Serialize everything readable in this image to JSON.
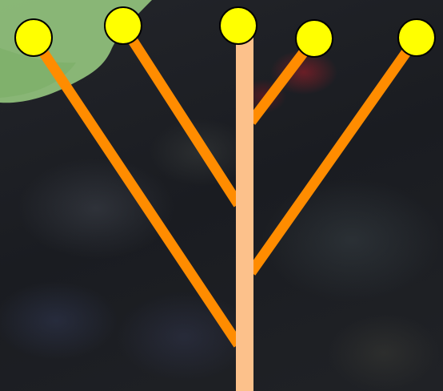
{
  "diagram": {
    "nodes": [
      {
        "id": "leaf-1",
        "fill": "#ffff00"
      },
      {
        "id": "leaf-2",
        "fill": "#ffff00"
      },
      {
        "id": "leaf-3",
        "fill": "#ffff00"
      },
      {
        "id": "leaf-4",
        "fill": "#ffff00"
      },
      {
        "id": "leaf-5",
        "fill": "#ffff00"
      }
    ],
    "colors": {
      "trunk": "#fcc18b",
      "branch": "#ff8c00",
      "node_fill": "#ffff00",
      "node_stroke": "#000000",
      "leaf_background": "#8fbf7a"
    }
  }
}
